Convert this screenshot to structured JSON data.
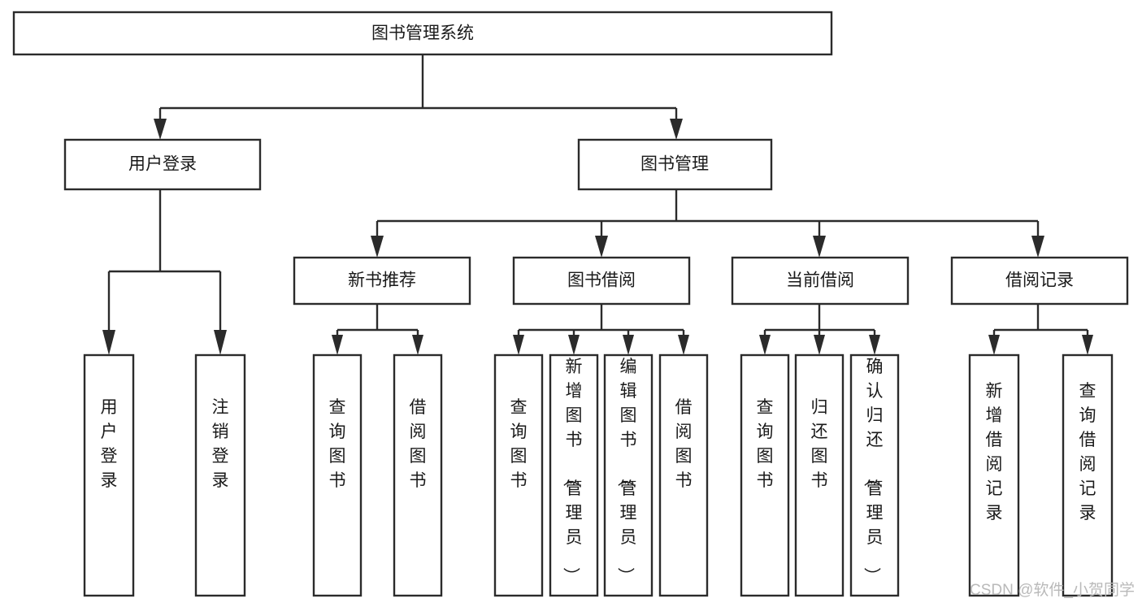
{
  "diagram": {
    "kind": "function-structure-tree",
    "orientation": "top-down",
    "background_color": "#ffffff",
    "line_color": "#2b2b2b",
    "text_color": "#1a1a1a",
    "root": {
      "id": "root",
      "label": "图书管理系统"
    },
    "level2": [
      {
        "id": "user-login",
        "label": "用户登录"
      },
      {
        "id": "book-manage",
        "label": "图书管理"
      }
    ],
    "level3": [
      {
        "id": "new-book-recommend",
        "label": "新书推荐",
        "parent": "book-manage"
      },
      {
        "id": "book-borrow",
        "label": "图书借阅",
        "parent": "book-manage"
      },
      {
        "id": "current-borrow",
        "label": "当前借阅",
        "parent": "book-manage"
      },
      {
        "id": "borrow-record",
        "label": "借阅记录",
        "parent": "book-manage"
      }
    ],
    "leaves": [
      {
        "id": "leaf-user-login",
        "label": "用户登录",
        "parent": "user-login"
      },
      {
        "id": "leaf-user-logout",
        "label": "注销登录",
        "parent": "user-login"
      },
      {
        "id": "leaf-query-book-1",
        "label": "查询图书",
        "parent": "new-book-recommend"
      },
      {
        "id": "leaf-borrow-book-1",
        "label": "借阅图书",
        "parent": "new-book-recommend"
      },
      {
        "id": "leaf-query-book-2",
        "label": "查询图书",
        "parent": "book-borrow"
      },
      {
        "id": "leaf-add-book",
        "label": "新增图书（管理员）",
        "parent": "book-borrow"
      },
      {
        "id": "leaf-edit-book",
        "label": "编辑图书（管理员）",
        "parent": "book-borrow"
      },
      {
        "id": "leaf-borrow-book-2",
        "label": "借阅图书",
        "parent": "book-borrow"
      },
      {
        "id": "leaf-query-book-3",
        "label": "查询图书",
        "parent": "current-borrow"
      },
      {
        "id": "leaf-return-book",
        "label": "归还图书",
        "parent": "current-borrow"
      },
      {
        "id": "leaf-confirm-return",
        "label": "确认归还（管理员）",
        "parent": "current-borrow"
      },
      {
        "id": "leaf-add-record",
        "label": "新增借阅记录",
        "parent": "borrow-record"
      },
      {
        "id": "leaf-query-record",
        "label": "查询借阅记录",
        "parent": "borrow-record"
      }
    ]
  },
  "watermark": {
    "text": "CSDN @软件_小贺同学",
    "color": "#b9b9b9"
  }
}
